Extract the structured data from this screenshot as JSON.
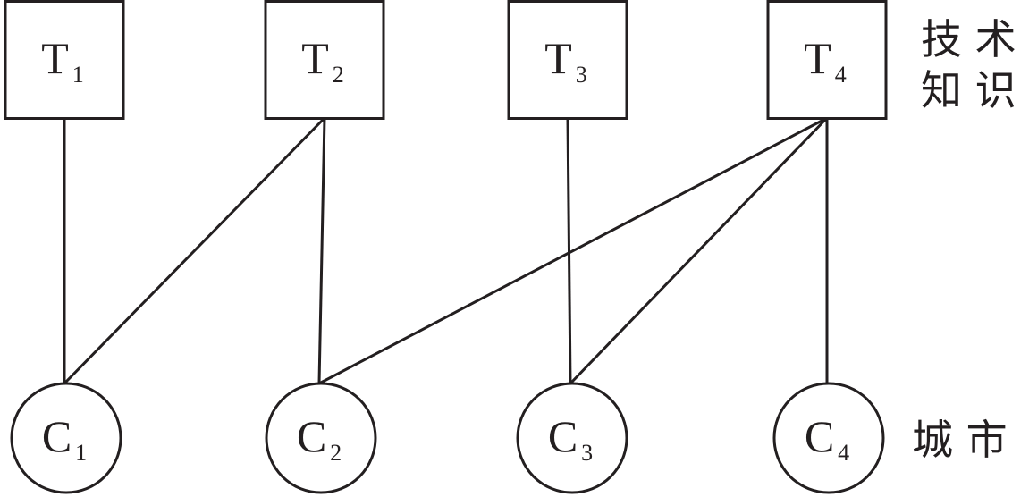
{
  "technologies": [
    {
      "id": "T1",
      "letter": "T",
      "sub": "1"
    },
    {
      "id": "T2",
      "letter": "T",
      "sub": "2"
    },
    {
      "id": "T3",
      "letter": "T",
      "sub": "3"
    },
    {
      "id": "T4",
      "letter": "T",
      "sub": "4"
    }
  ],
  "cities": [
    {
      "id": "C1",
      "letter": "C",
      "sub": "1"
    },
    {
      "id": "C2",
      "letter": "C",
      "sub": "2"
    },
    {
      "id": "C3",
      "letter": "C",
      "sub": "3"
    },
    {
      "id": "C4",
      "letter": "C",
      "sub": "4"
    }
  ],
  "edges": [
    [
      "T1",
      "C1"
    ],
    [
      "T2",
      "C1"
    ],
    [
      "T2",
      "C2"
    ],
    [
      "T3",
      "C3"
    ],
    [
      "T4",
      "C2"
    ],
    [
      "T4",
      "C3"
    ],
    [
      "T4",
      "C4"
    ]
  ],
  "labels": {
    "tech_line1": "技 术",
    "tech_line2": "知 识",
    "city": "城 市"
  },
  "colors": {
    "stroke": "#231f20",
    "background": "#ffffff"
  }
}
